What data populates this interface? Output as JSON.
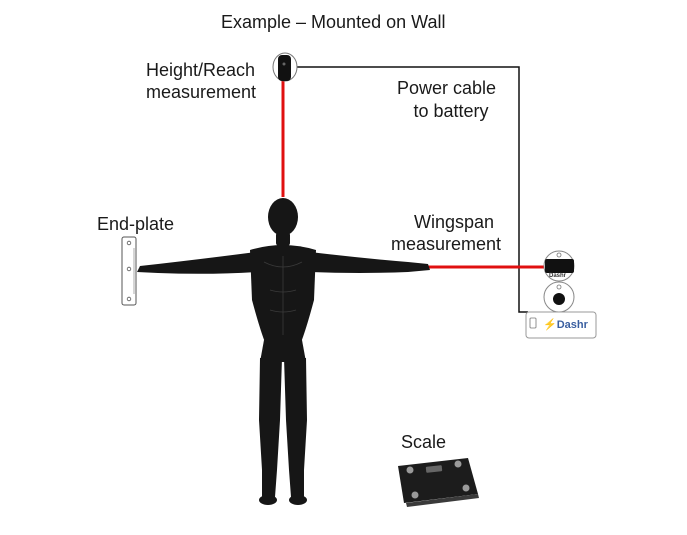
{
  "diagram": {
    "title": "Example – Mounted on Wall",
    "labels": {
      "height_reach_line1": "Height/Reach",
      "height_reach_line2": "measurement",
      "power_line1": "Power cable",
      "power_line2": "to battery",
      "end_plate": "End-plate",
      "wingspan_line1": "Wingspan",
      "wingspan_line2": "measurement",
      "scale": "Scale"
    },
    "device_logo_small": "Dashr",
    "device_logo_base": "Dashr",
    "colors": {
      "laser": "#e01010",
      "cable": "#111111",
      "figure": "#161616",
      "device_body": "#111111",
      "scale_body": "#1c1c1c"
    },
    "icons": [
      "human-figure-icon",
      "end-plate-icon",
      "sensor-device-icon",
      "bathroom-scale-icon"
    ]
  }
}
